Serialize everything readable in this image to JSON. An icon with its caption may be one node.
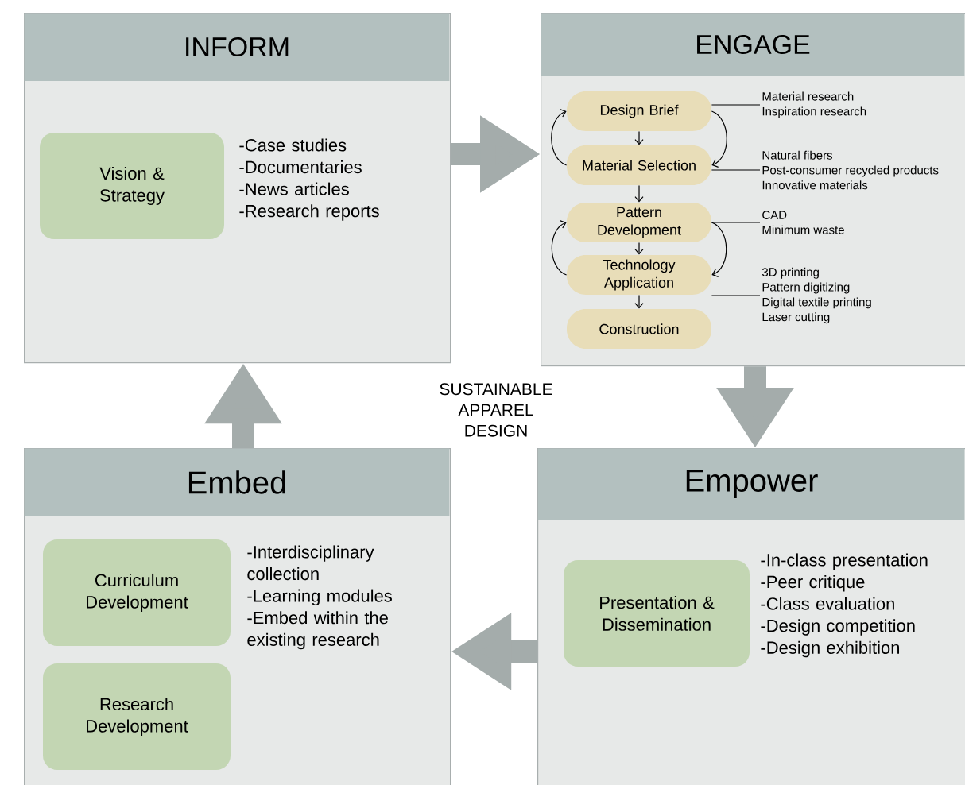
{
  "diagram": {
    "nodes": [
      {
        "text": [
          "INFORM"
        ]
      },
      {
        "text": [
          "Vision & Strategy"
        ],
        "in": 0,
        "beside": [
          "-Case studies",
          "-Documentaries",
          "-News articles",
          "-Research reports"
        ]
      },
      {
        "text": [
          "ENGAGE"
        ]
      },
      {
        "text": [
          "Design Brief"
        ],
        "in": 2
      },
      {
        "text": [
          "Material Selection"
        ],
        "in": 2
      },
      {
        "text": [
          "Pattern Development"
        ],
        "in": 2
      },
      {
        "text": [
          "Technology Application"
        ],
        "in": 2
      },
      {
        "text": [
          "Construction"
        ],
        "in": 2
      },
      {
        "text": [
          "Material research",
          "Inspiration research"
        ],
        "in": 2
      },
      {
        "text": [
          "Natural fibers",
          "Post-consumer recycled products",
          "Innovative materials"
        ],
        "in": 2
      },
      {
        "text": [
          "CAD",
          "Minimum waste"
        ],
        "in": 2
      },
      {
        "text": [
          "3D printing",
          "Pattern digitizing",
          "Digital textile printing",
          "Laser cutting"
        ],
        "in": 2
      },
      {
        "text": [
          "Embed"
        ]
      },
      {
        "text": [
          "Curriculum Development"
        ],
        "in": 12,
        "beside": [
          "-Interdisciplinary collection",
          "-Learning modules",
          "-Embed within the existing research"
        ]
      },
      {
        "text": [
          "Research Development"
        ],
        "in": 12
      },
      {
        "text": [
          "Empower"
        ]
      },
      {
        "text": [
          "Presentation & Dissemination"
        ],
        "in": 15,
        "beside": [
          "-In-class presentation",
          "-Peer critique",
          "-Class evaluation",
          "-Design competition",
          "-Design exhibition"
        ]
      }
    ],
    "edges": [
      {
        "from": 0,
        "to": 2,
        "arrow": "to",
        "style": "thick",
        "color": "#a4acab"
      },
      {
        "from": 2,
        "to": 15,
        "arrow": "to",
        "style": "thick",
        "color": "#a4acab"
      },
      {
        "from": 15,
        "to": 12,
        "arrow": "to",
        "style": "thick",
        "color": "#a4acab"
      },
      {
        "from": 12,
        "to": 0,
        "arrow": "to",
        "style": "thick",
        "color": "#a4acab"
      },
      {
        "from": 3,
        "to": 4,
        "arrow": "to"
      },
      {
        "from": 4,
        "to": 5,
        "arrow": "to"
      },
      {
        "from": 5,
        "to": 6,
        "arrow": "to"
      },
      {
        "from": 6,
        "to": 7,
        "arrow": "to"
      },
      {
        "from": 4,
        "to": 3,
        "arrow": "to"
      },
      {
        "from": 6,
        "to": 5,
        "arrow": "to"
      },
      {
        "from": 8,
        "to": 3,
        "arrow": "none"
      },
      {
        "from": 3,
        "to": 4,
        "arrow": "to"
      },
      {
        "from": 9,
        "to": 4,
        "arrow": "none"
      },
      {
        "from": 10,
        "to": 5,
        "arrow": "none"
      },
      {
        "from": 5,
        "to": 6,
        "arrow": "to"
      },
      {
        "from": 11,
        "to": 6,
        "arrow": "none"
      }
    ],
    "labels": [
      "SUSTAINABLE APPAREL DESIGN"
    ]
  }
}
